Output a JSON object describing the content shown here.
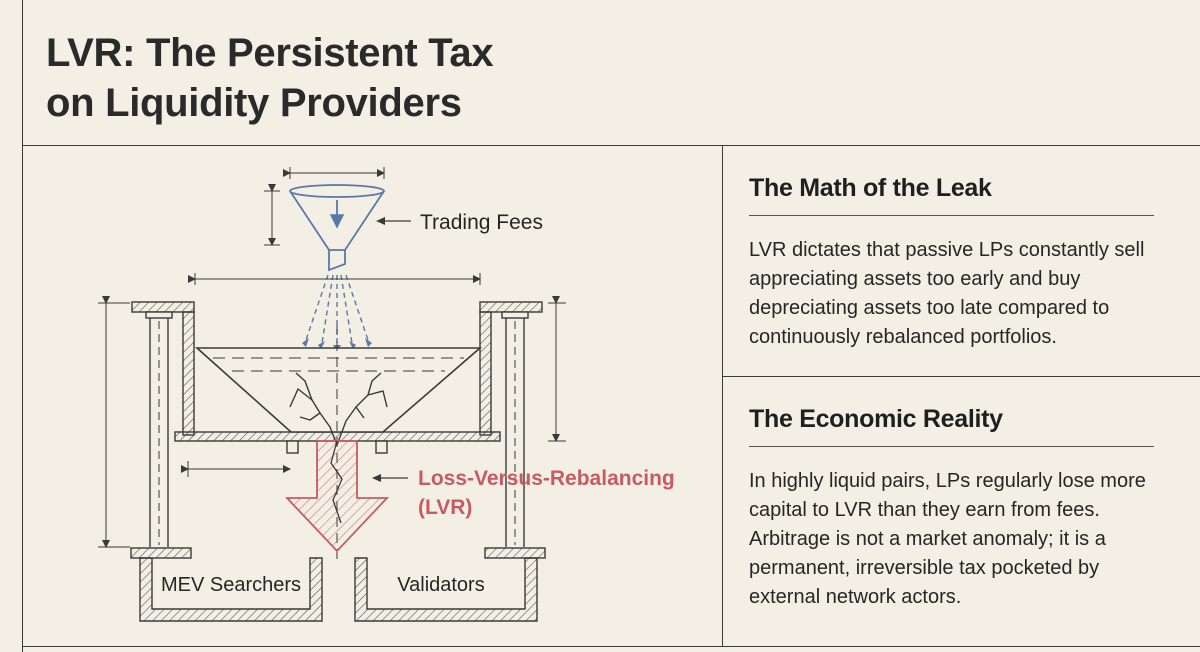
{
  "title": {
    "line1": "LVR: The Persistent Tax",
    "line2": "on Liquidity Providers"
  },
  "diagram": {
    "fees_label": "Trading Fees",
    "lvr_label_line1": "Loss-Versus-Rebalancing",
    "lvr_label_line2": "(LVR)",
    "bin_left_label": "MEV Searchers",
    "bin_right_label": "Validators",
    "accent_color": "#c85a64",
    "line_color": "#3a3a3a",
    "flow_color": "#5a78a8"
  },
  "sections": [
    {
      "heading": "The Math of the Leak",
      "body": "LVR dictates that passive LPs constantly sell appreciating assets too early and buy depreciating assets too late compared to continuously rebalanced portfolios."
    },
    {
      "heading": "The Economic Reality",
      "body": "In highly liquid pairs, LPs regularly lose more capital to LVR than they earn from fees. Arbitrage is not a market anomaly; it is a permanent, irreversible tax pocketed by external network actors."
    }
  ]
}
